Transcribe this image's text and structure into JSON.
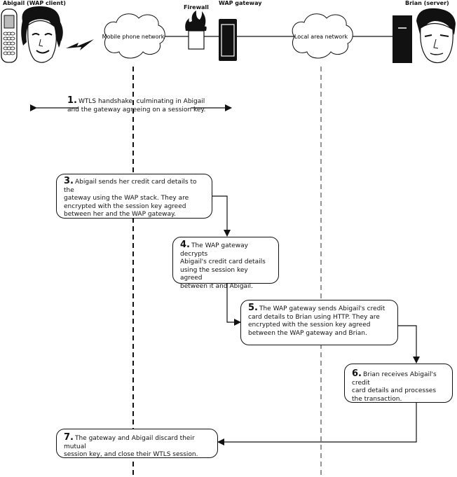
{
  "labels": {
    "abigail": "Abigail (WAP client)",
    "firewall": "Firewall",
    "wap_gateway": "WAP gateway",
    "brian": "Brian (server)",
    "mobile_network": "Mobile phone network",
    "lan": "Local area network"
  },
  "steps": [
    {
      "num": "1.",
      "lines": [
        "WTLS handshake, culminating in Abigail",
        "and the gateway agreeing on a session key."
      ]
    },
    {
      "num": "3.",
      "lines": [
        "Abigail sends her credit card details to the",
        "gateway using the WAP stack. They are",
        "encrypted with the session key agreed",
        "between her and the WAP gateway."
      ]
    },
    {
      "num": "4.",
      "lines": [
        "The WAP gateway decrypts",
        "Abigail's credit card details",
        "using the session key agreed",
        "between it and Abigail."
      ]
    },
    {
      "num": "5.",
      "lines": [
        "The WAP gateway sends Abigail's credit",
        "card details to Brian using HTTP. They are",
        "encrypted with the session key agreed",
        "between the WAP gateway and Brian."
      ]
    },
    {
      "num": "6.",
      "lines": [
        "Brian receives Abigail's credit",
        "card details and processes",
        "the transaction."
      ]
    },
    {
      "num": "7.",
      "lines": [
        "The gateway and Abigail discard their mutual",
        "session key, and close their WTLS session."
      ]
    }
  ],
  "colors": {
    "ink": "#111111",
    "lan_line": "#888888"
  }
}
